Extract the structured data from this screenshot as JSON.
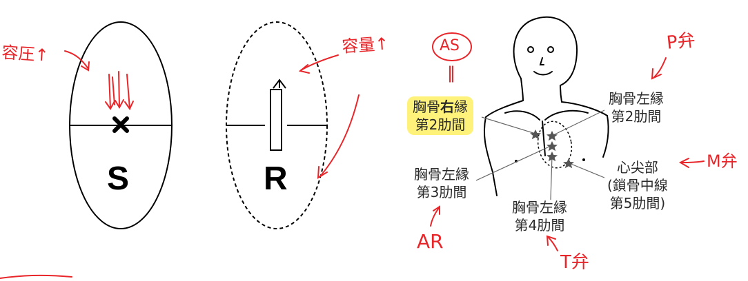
{
  "left_ellipse": {
    "letter": "S"
  },
  "right_ellipse": {
    "letter": "R"
  },
  "handwriting": {
    "pressure_note": "容圧↑",
    "volume_note": "容量↑",
    "as_circle": "AS",
    "as_equals": "‖",
    "ar": "AR",
    "pa": "P弁",
    "ma": "M弁",
    "ta": "T弁"
  },
  "auscultation_labels": {
    "right_2nd": {
      "line1_pre": "胸骨",
      "line1_bold": "右",
      "line1_post": "縁",
      "line2": "第2肋間"
    },
    "left_2nd": {
      "line1": "胸骨左縁",
      "line2": "第2肋間"
    },
    "left_3rd": {
      "line1": "胸骨左縁",
      "line2": "第3肋間"
    },
    "left_4th": {
      "line1": "胸骨左縁",
      "line2": "第4肋間"
    },
    "apex": {
      "line1": "心尖部",
      "line2": "(鎖骨中線",
      "line3": "第5肋間)"
    }
  },
  "colors": {
    "ink": "#000000",
    "label_text": "#2a2a2a",
    "red_pen": "#e8262a",
    "highlight": "#fff27a",
    "star": "#555555"
  }
}
